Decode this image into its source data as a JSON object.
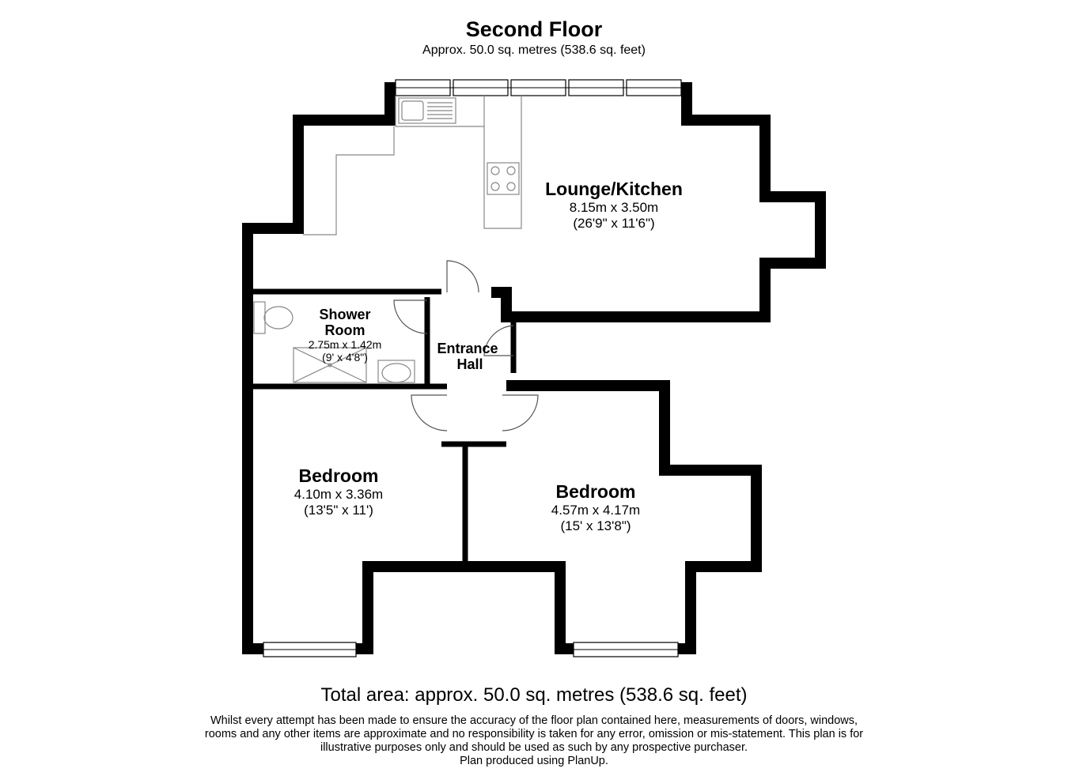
{
  "header": {
    "title": "Second Floor",
    "subtitle": "Approx. 50.0 sq. metres (538.6 sq. feet)"
  },
  "rooms": {
    "lounge": {
      "name": "Lounge/Kitchen",
      "metric": "8.15m x 3.50m",
      "imperial": "(26'9\" x 11'6\")"
    },
    "shower": {
      "name_line1": "Shower",
      "name_line2": "Room",
      "metric": "2.75m x 1.42m",
      "imperial": "(9' x 4'8\")"
    },
    "hall": {
      "name_line1": "Entrance",
      "name_line2": "Hall"
    },
    "bedroom1": {
      "name": "Bedroom",
      "metric": "4.10m x 3.36m",
      "imperial": "(13'5\" x 11')"
    },
    "bedroom2": {
      "name": "Bedroom",
      "metric": "4.57m x 4.17m",
      "imperial": "(15' x 13'8\")"
    }
  },
  "footer": {
    "total": "Total area: approx. 50.0 sq. metres (538.6 sq. feet)",
    "disclaimer_lines": [
      "Whilst every attempt has been made to ensure the accuracy of the floor plan contained here, measurements of doors, windows,",
      "rooms and any other items are approximate and no responsibility is taken for any error, omission or mis-statement. This plan is for",
      "illustrative purposes only and should be used as such by any prospective purchaser.",
      "Plan produced using PlanUp."
    ]
  },
  "colors": {
    "wall": "#000000",
    "fixture": "#888888",
    "background": "#ffffff"
  }
}
